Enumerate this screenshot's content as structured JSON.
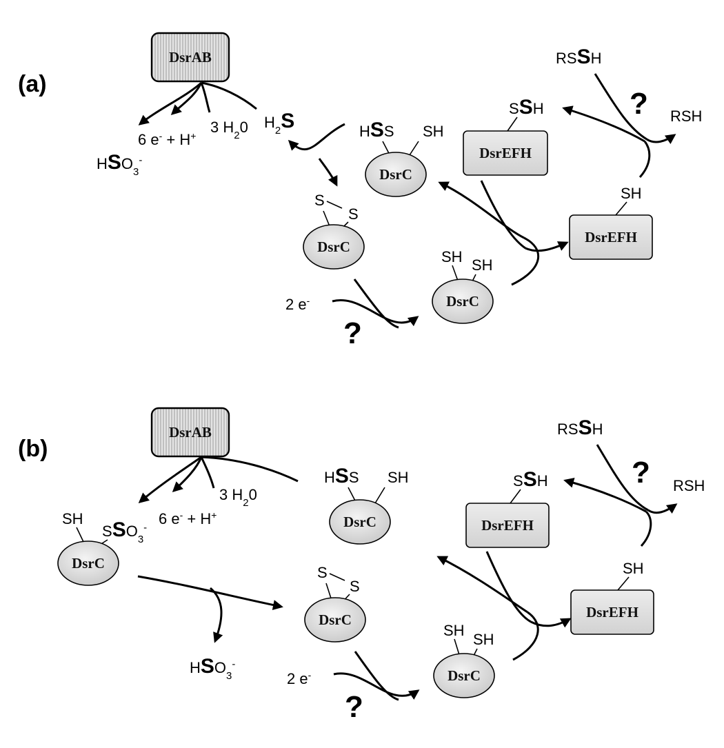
{
  "panels": [
    {
      "id": "a",
      "label": "(a)"
    },
    {
      "id": "b",
      "label": "(b)"
    }
  ],
  "proteins": {
    "dsrab": "DsrAB",
    "dsrc": "DsrC",
    "dsrefh": "DsrEFH"
  },
  "groups": {
    "sh": "SH",
    "s": "S",
    "h": "H",
    "rs": "RS",
    "rsh": "RSH"
  },
  "species": {
    "sulfite_pre": "H",
    "sulfite_s": "S",
    "sulfite_post": "O",
    "sulfite_sub": "3",
    "sulfite_sup": "-",
    "h2s_pre": "H",
    "h2s_sub": "2",
    "h2s_s": "S",
    "electrons_six": "6 e",
    "electrons_sup": "-",
    "protons": " + H",
    "protons_sup": "+",
    "water_pre": "3 H",
    "water_sub": "2",
    "water_post": "0",
    "two_e": "2 e",
    "two_e_sup": "-",
    "sso3_pre": "S",
    "sso3_s": "S",
    "sso3_post": "O",
    "sso3_sub": "3",
    "sso3_sup": "-",
    "hss_h": "H",
    "hss_s": "S",
    "hss_post": "S"
  },
  "unknown_mark": "?"
}
